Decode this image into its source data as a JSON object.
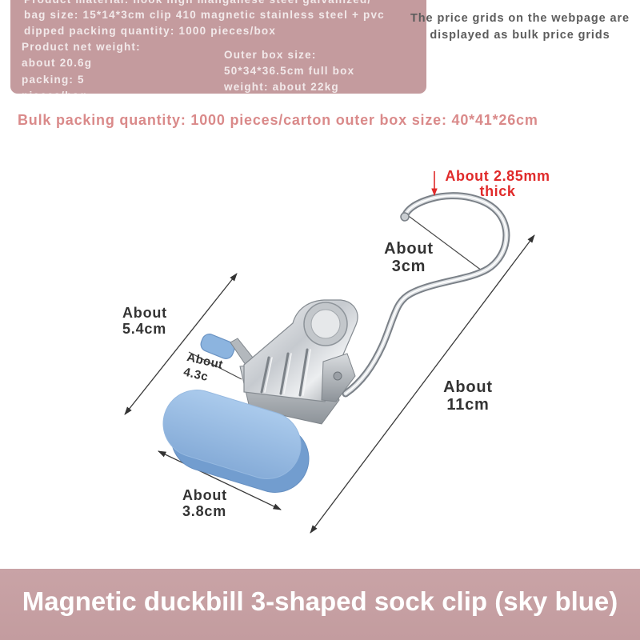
{
  "info_box": {
    "spec_lines": [
      "Product material: hook high manganese steel galvanized/",
      "bag size: 15*14*3cm clip 410 magnetic stainless steel + pvc",
      "dipped packing quantity: 1000 pieces/box"
    ],
    "weight_lines": [
      "Product net weight:",
      "about 20.6g",
      "packing: 5",
      "pieces/bag"
    ],
    "outer_box_lines": [
      "Outer box size:",
      "50*34*36.5cm full box",
      "weight: about 22kg"
    ]
  },
  "price_note": {
    "lines": [
      "The price grids on the webpage are",
      "displayed as bulk price grids"
    ]
  },
  "bulk_packing": "Bulk packing quantity: 1000 pieces/carton outer box size: 40*41*26cm",
  "dimensions": {
    "thickness": {
      "lines": [
        "About 2.85mm",
        "thick"
      ]
    },
    "hook_opening": {
      "lines": [
        "About",
        "3cm"
      ]
    },
    "clip_length": {
      "lines": [
        "About",
        "5.4cm"
      ]
    },
    "clip_inner": {
      "lines": [
        "About",
        "4.3c"
      ]
    },
    "pad_width": {
      "lines": [
        "About",
        "3.8cm"
      ]
    },
    "total_length": {
      "lines": [
        "About",
        "11cm"
      ]
    }
  },
  "banner": {
    "title": "Magnetic duckbill 3-shaped sock clip (sky blue)"
  },
  "colors": {
    "info_box_bg": "#c49b9e",
    "banner_bg": "#c6a0a3",
    "bulk_text": "#da8a8a",
    "thickness_annotation": "#e02a2a",
    "pad_blue": "#9dbfe6",
    "metal": "#c6cacf"
  }
}
